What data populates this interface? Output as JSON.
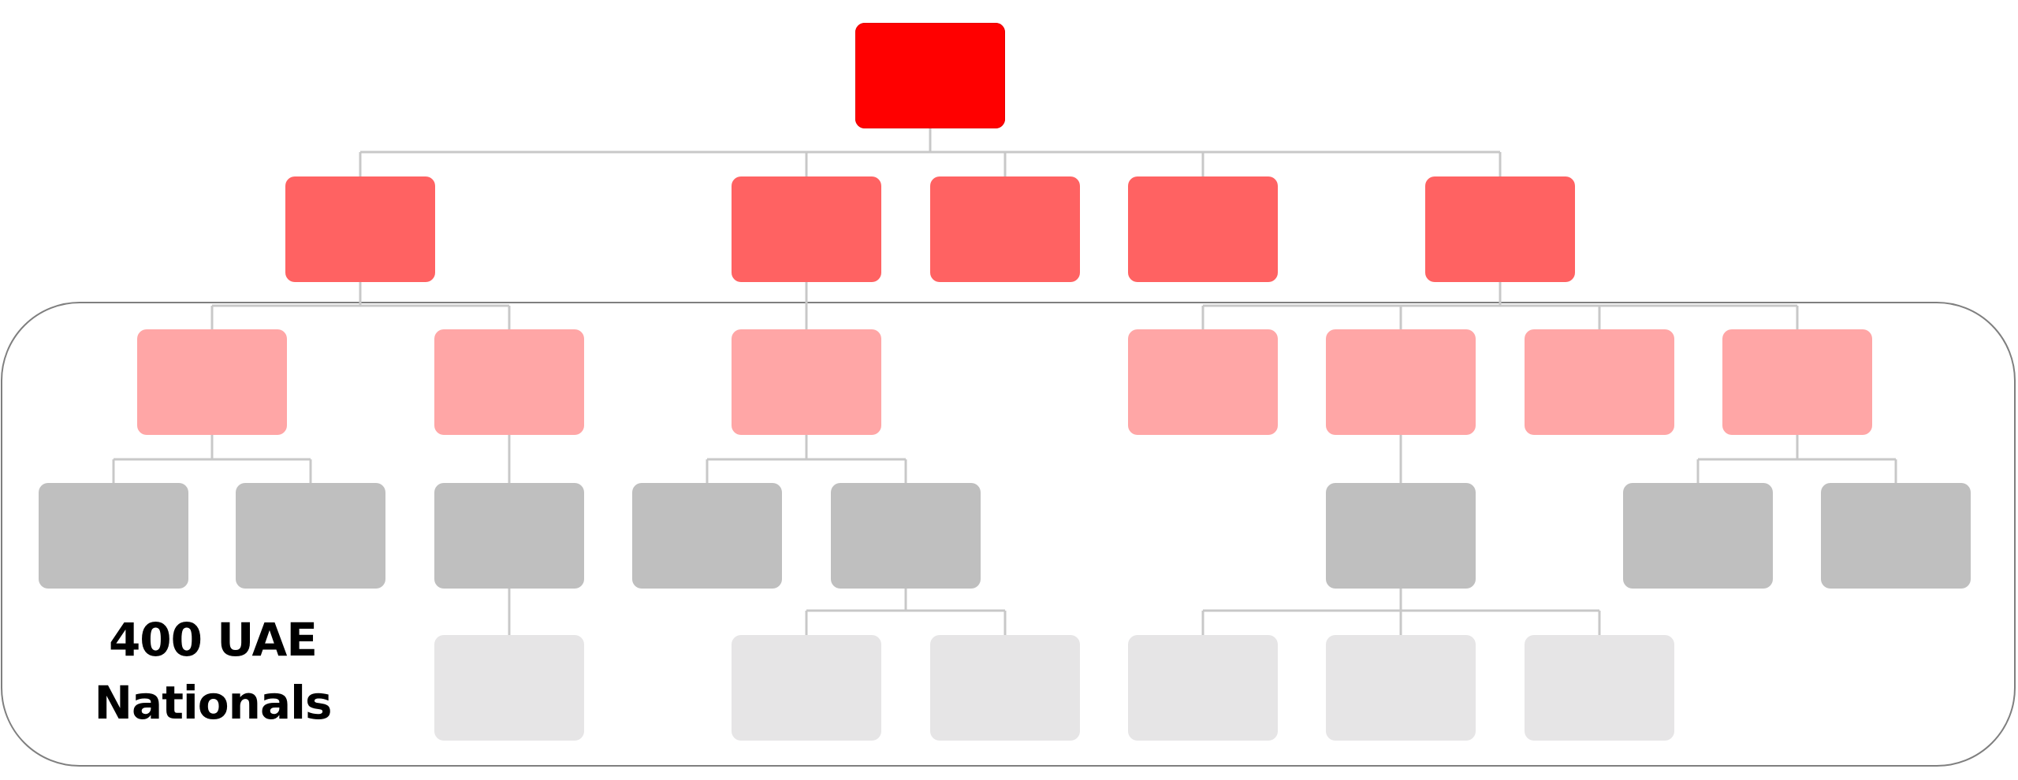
{
  "diagram": {
    "type": "org-chart",
    "colors": {
      "level_0": "#ff0000",
      "level_1": "#ff6262",
      "level_2": "#ffa6a6",
      "level_3": "#bfbfbf",
      "level_4": "#e6e5e6",
      "connector": "#c8c8c8",
      "frame": "#7f7f7f"
    },
    "root": {
      "children": [
        {
          "children": [
            {
              "children": [
                {},
                {}
              ]
            },
            {
              "children": [
                {
                  "children": [
                    {}
                  ]
                }
              ]
            }
          ]
        },
        {
          "children": [
            {
              "children": [
                {},
                {
                  "children": [
                    {},
                    {}
                  ]
                }
              ]
            }
          ]
        },
        {},
        {},
        {
          "children": [
            {},
            {
              "children": [
                {
                  "children": [
                    {},
                    {},
                    {}
                  ]
                }
              ]
            },
            {},
            {
              "children": [
                {},
                {}
              ]
            }
          ]
        }
      ]
    },
    "group_label": {
      "line1": "400 UAE",
      "line2": "Nationals"
    }
  }
}
